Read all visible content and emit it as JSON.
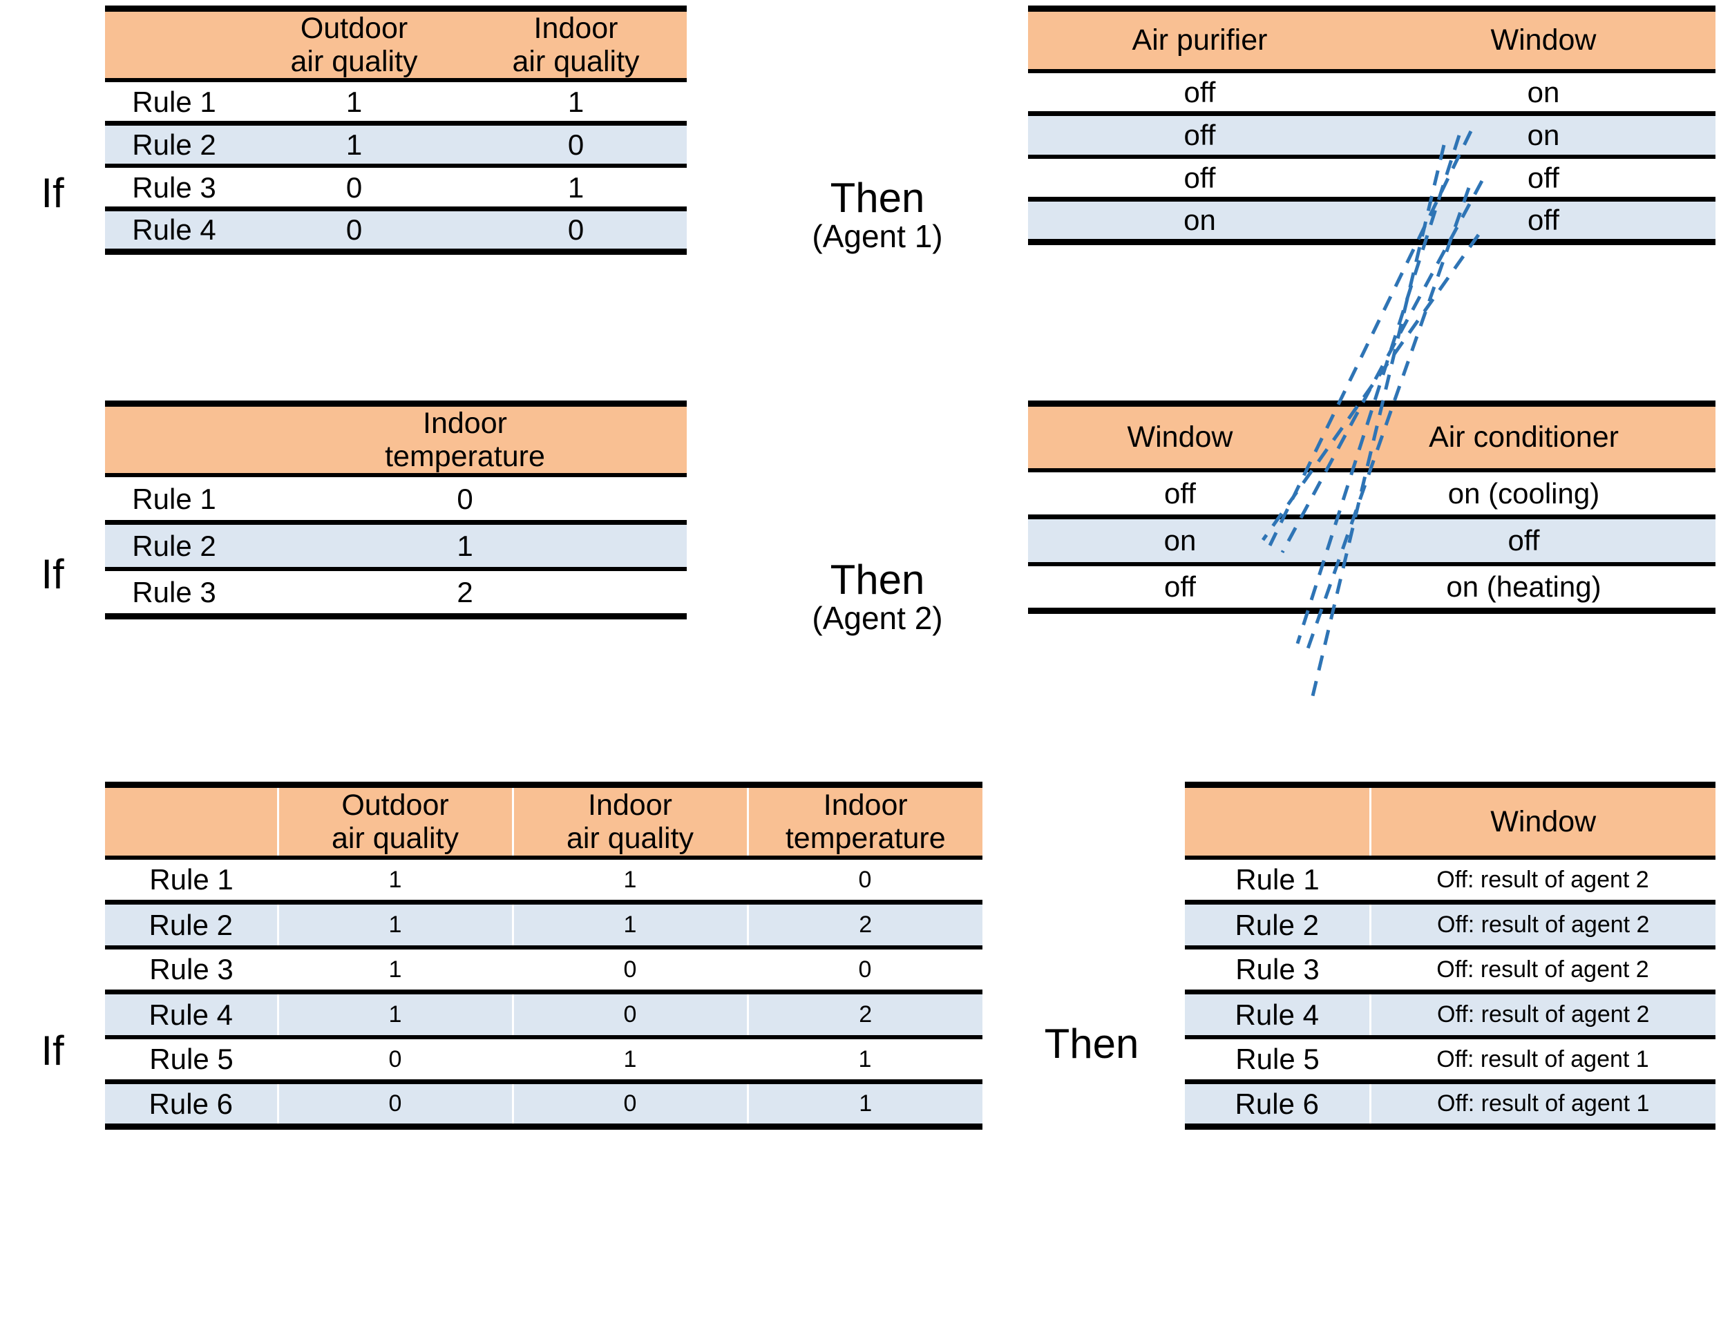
{
  "connectors": {
    "if1": "If",
    "if2": "If",
    "if3": "If",
    "then1_main": "Then",
    "then1_sub": "(Agent 1)",
    "then2_main": "Then",
    "then2_sub": "(Agent 2)",
    "then3_main": "Then"
  },
  "colors": {
    "header_orange": "#F9C093",
    "row_blue": "#DCE6F1",
    "row_white": "#FFFFFF",
    "rule_border": "#000000",
    "link_dashed": "#2E74B5"
  },
  "agent1": {
    "condition_table": {
      "headers": [
        "",
        "Outdoor\nair quality",
        "Indoor\nair quality"
      ],
      "header_line1": [
        "",
        "Outdoor",
        "Indoor"
      ],
      "header_line2": [
        "",
        "air quality",
        "air quality"
      ],
      "rows": [
        {
          "rule": "Rule 1",
          "outdoor_air_quality": "1",
          "indoor_air_quality": "1"
        },
        {
          "rule": "Rule 2",
          "outdoor_air_quality": "1",
          "indoor_air_quality": "0"
        },
        {
          "rule": "Rule 3",
          "outdoor_air_quality": "0",
          "indoor_air_quality": "1"
        },
        {
          "rule": "Rule 4",
          "outdoor_air_quality": "0",
          "indoor_air_quality": "0"
        }
      ]
    },
    "action_table": {
      "headers": [
        "Air purifier",
        "Window"
      ],
      "rows": [
        {
          "air_purifier": "off",
          "window": "on"
        },
        {
          "air_purifier": "off",
          "window": "on"
        },
        {
          "air_purifier": "off",
          "window": "off"
        },
        {
          "air_purifier": "on",
          "window": "off"
        }
      ]
    }
  },
  "agent2": {
    "condition_table": {
      "header_line1": [
        "",
        "Indoor"
      ],
      "header_line2": [
        "",
        "temperature"
      ],
      "rows": [
        {
          "rule": "Rule 1",
          "indoor_temperature": "0"
        },
        {
          "rule": "Rule 2",
          "indoor_temperature": "1"
        },
        {
          "rule": "Rule 3",
          "indoor_temperature": "2"
        }
      ]
    },
    "action_table": {
      "headers": [
        "Window",
        "Air conditioner"
      ],
      "rows": [
        {
          "window": "off",
          "air_conditioner": "on (cooling)"
        },
        {
          "window": "on",
          "air_conditioner": "off"
        },
        {
          "window": "off",
          "air_conditioner": "on (heating)"
        }
      ]
    }
  },
  "combined": {
    "condition_table": {
      "header_line1": [
        "",
        "Outdoor",
        "Indoor",
        "Indoor"
      ],
      "header_line2": [
        "",
        "air quality",
        "air quality",
        "temperature"
      ],
      "rows": [
        {
          "rule": "Rule 1",
          "outdoor_air_quality": "1",
          "indoor_air_quality": "1",
          "indoor_temperature": "0"
        },
        {
          "rule": "Rule 2",
          "outdoor_air_quality": "1",
          "indoor_air_quality": "1",
          "indoor_temperature": "2"
        },
        {
          "rule": "Rule 3",
          "outdoor_air_quality": "1",
          "indoor_air_quality": "0",
          "indoor_temperature": "0"
        },
        {
          "rule": "Rule 4",
          "outdoor_air_quality": "1",
          "indoor_air_quality": "0",
          "indoor_temperature": "2"
        },
        {
          "rule": "Rule 5",
          "outdoor_air_quality": "0",
          "indoor_air_quality": "1",
          "indoor_temperature": "1"
        },
        {
          "rule": "Rule 6",
          "outdoor_air_quality": "0",
          "indoor_air_quality": "0",
          "indoor_temperature": "1"
        }
      ]
    },
    "action_table": {
      "headers": [
        "",
        "Window"
      ],
      "rows": [
        {
          "rule": "Rule 1",
          "window": "Off: result of agent 2"
        },
        {
          "rule": "Rule 2",
          "window": "Off: result of agent 2"
        },
        {
          "rule": "Rule 3",
          "window": "Off: result of agent 2"
        },
        {
          "rule": "Rule 4",
          "window": "Off: result of agent 2"
        },
        {
          "rule": "Rule 5",
          "window": "Off: result of agent 1"
        },
        {
          "rule": "Rule 6",
          "window": "Off: result of agent 1"
        }
      ]
    }
  }
}
